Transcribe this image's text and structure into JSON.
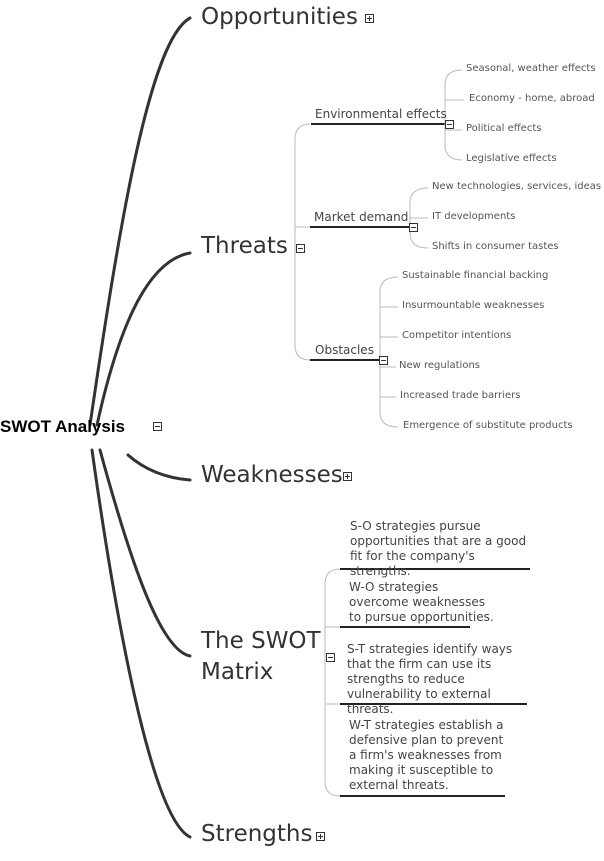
{
  "root": {
    "label": "SWOT Analysis"
  },
  "opportunities": {
    "label": "Opportunities"
  },
  "threats": {
    "label": "Threats",
    "environmental": {
      "label": "Environmental effects",
      "items": [
        "Seasonal, weather effects",
        "Economy - home, abroad",
        "Political effects",
        "Legislative effects"
      ]
    },
    "market": {
      "label": "Market demand",
      "items": [
        "New technologies, services, ideas",
        "IT developments",
        "Shifts  in consumer tastes"
      ]
    },
    "obstacles": {
      "label": "Obstacles",
      "items": [
        "Sustainable financial backing",
        "Insurmountable weaknesses",
        "Competitor intentions",
        "New regulations",
        "Increased trade barriers",
        "Emergence of substitute products"
      ]
    }
  },
  "weaknesses": {
    "label": "Weaknesses"
  },
  "matrix": {
    "label": "The SWOT Matrix",
    "items": [
      "S-O strategies pursue opportunities that are a good fit for the company's strengths.",
      "W-O strategies overcome weaknesses to pursue opportunities.",
      "S-T strategies identify ways that the firm can use its strengths to reduce vulnerability to external threats.",
      "W-T strategies establish a defensive plan to prevent a firm's weaknesses from making it susceptible to external threats."
    ]
  },
  "strengths": {
    "label": "Strengths"
  }
}
